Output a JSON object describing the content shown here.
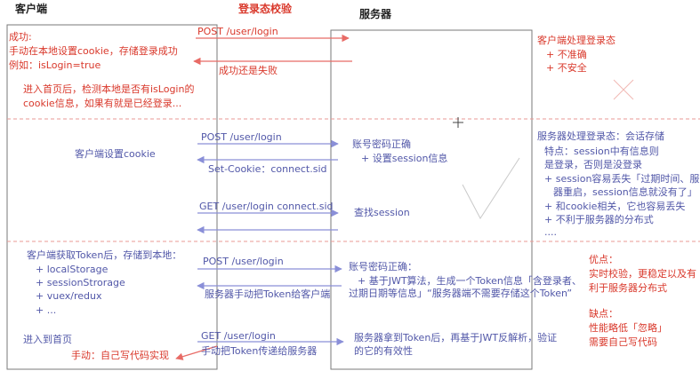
{
  "headers": {
    "client": "客户端",
    "server": "服务器",
    "verify": "登录态校验"
  },
  "section1": {
    "request": "POST   /user/login",
    "response": "成功还是失败",
    "success_lines": [
      "成功:",
      "手动在本地设置cookie，存储登录成功",
      "例如：isLogin=true"
    ],
    "home_lines": [
      "进入首页后，检测本地是否有isLogin的",
      "cookie信息，如果有就是已经登录..."
    ],
    "right_lines": [
      "客户端处理登录态",
      "+ 不准确",
      "+ 不安全"
    ]
  },
  "section2": {
    "client_note": "客户端设置cookie",
    "request1": "POST   /user/login",
    "server1_lines": [
      "账号密码正确",
      "+ 设置session信息"
    ],
    "response1": "Set-Cookie：connect.sid",
    "request2": "GET   /user/login    connect.sid",
    "server2": "查找session",
    "right_lines": [
      "服务器处理登录态：会话存储",
      "特点：session中有信息则",
      "是登录，否则是没登录",
      "+ session容易丢失「过期时间、服务",
      "器重启，session信息就没有了」",
      "+ 和cookie相关，它也容易丢失",
      "+ 不利于服务器的分布式",
      "...."
    ]
  },
  "section3": {
    "client_lines": [
      "客户端获取Token后，存储到本地：",
      "+ localStorage",
      "+ sessionStrorage",
      "+ vuex/redux",
      "+ ..."
    ],
    "request1": "POST   /user/login",
    "server1_lines": [
      "账号密码正确：",
      "+ 基于JWT算法，生成一个Token信息「含登录者、",
      "过期日期等信息」“服务器端不需要存储这个Token”"
    ],
    "response1": "服务器手动把Token给客户端",
    "home": "进入到首页",
    "manual": "手动：自己写代码实现",
    "request2": "GET   /user/login",
    "request2_note": "手动把Token传递给服务器",
    "server2_lines": [
      "服务器拿到Token后，再基于JWT反解析，验证",
      "的它的有效性"
    ],
    "pros_lines": [
      "优点：",
      "实时校验，更稳定以及有",
      "利于服务器分布式"
    ],
    "cons_lines": [
      "缺点：",
      "性能略低「忽略」",
      "需要自己写代码"
    ]
  },
  "colors": {
    "red": "#d9382b",
    "blue": "#5157a8",
    "arrow_blue": "#8a8fd8",
    "arrow_red": "#e86b66",
    "box_line": "#7a7a7a",
    "divider": "#e89a94"
  }
}
